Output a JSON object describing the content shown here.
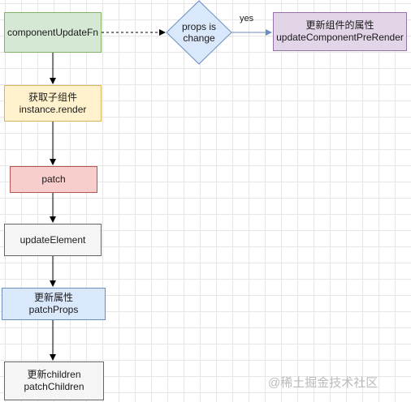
{
  "nodes": {
    "component_update_fn": "componentUpdateFn",
    "get_child_line1": "获取子组件",
    "get_child_line2": "instance.render",
    "patch": "patch",
    "update_element": "updateElement",
    "patch_props_line1": "更新属性",
    "patch_props_line2": "patchProps",
    "patch_children_line1": "更新children",
    "patch_children_line2": "patchChildren",
    "decision_line1": "props is",
    "decision_line2": "change",
    "update_prerender_line1": "更新组件的属性",
    "update_prerender_line2": "updateComponentPreRender"
  },
  "edges": {
    "yes_label": "yes"
  },
  "watermark": "@稀土掘金技术社区",
  "colors": {
    "green_fill": "#d5e8d4",
    "yellow_fill": "#fff2cc",
    "red_fill": "#f8cecc",
    "gray_fill": "#f5f5f5",
    "blue_fill": "#dae8fc",
    "purple_fill": "#e1d5e7"
  }
}
